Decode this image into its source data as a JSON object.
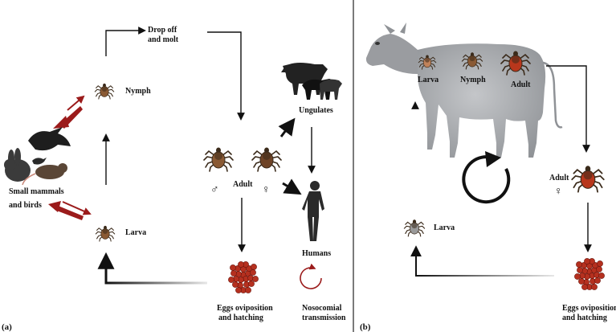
{
  "panel_a": {
    "letter": "(a)",
    "drop_off_line1": "Drop off",
    "drop_off_line2": "and molt",
    "nymph": "Nymph",
    "larva": "Larva",
    "small_mammals_line1": "Small mammals",
    "small_mammals_line2": "and birds",
    "adult": "Adult",
    "male_symbol": "♂",
    "female_symbol": "♀",
    "ungulates": "Ungulates",
    "humans": "Humans",
    "eggs_line1": "Eggs oviposition",
    "eggs_line2": "and hatching",
    "nosocomial_line1": "Nosocomial",
    "nosocomial_line2": "transmission"
  },
  "panel_b": {
    "letter": "(b)",
    "larva_on_host": "Larva",
    "nymph_on_host": "Nymph",
    "adult_on_host": "Adult",
    "adult": "Adult",
    "female_symbol": "♀",
    "larva": "Larva",
    "eggs_line1": "Eggs oviposition",
    "eggs_line2": "and hatching"
  },
  "colors": {
    "tick_brown": "#8a5a34",
    "tick_red": "#b8371c",
    "egg_red": "#b5301f",
    "transmission_red": "#9b1b1b",
    "cow_grey": "#a3a5a8",
    "silhouette": "#2a2a2a"
  }
}
